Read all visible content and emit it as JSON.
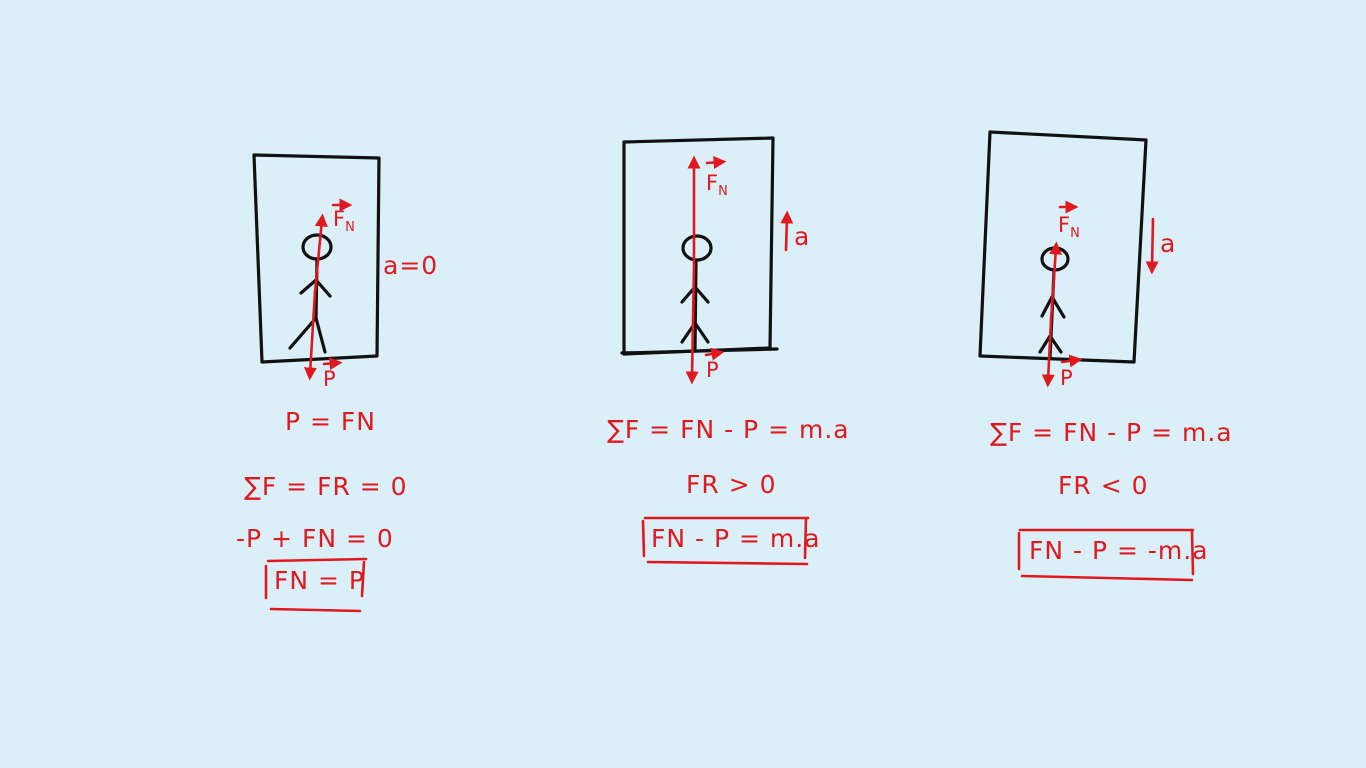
{
  "scenarios": [
    {
      "id": "rest",
      "accel_label": "a=0",
      "force_up": "F",
      "force_up_sub": "N",
      "force_down": "P",
      "equations": [
        "P = FN",
        "∑F = FR = 0",
        "-P + FN = 0"
      ],
      "result": "FN = P"
    },
    {
      "id": "up",
      "accel_label": "a",
      "force_up": "F",
      "force_up_sub": "N",
      "force_down": "P",
      "equations": [
        "∑F = FN - P = m.a",
        "FR > 0"
      ],
      "result": "FN - P = m.a"
    },
    {
      "id": "down",
      "accel_label": "a",
      "force_up": "F",
      "force_up_sub": "N",
      "force_down": "P",
      "equations": [
        "∑F = FN - P = m.a",
        "FR < 0"
      ],
      "result": "FN - P = -m.a"
    }
  ],
  "colors": {
    "background": "#dbeff9",
    "ink": "#111111",
    "annotation": "#e0191f"
  }
}
